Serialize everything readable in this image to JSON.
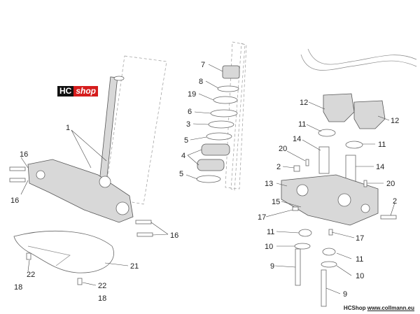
{
  "logo": {
    "part1": "HC",
    "part2": "shop"
  },
  "footer": {
    "brand": "HCShop",
    "url": "www.collmann.eu"
  },
  "callouts": {
    "c1": "1",
    "c2a": "2",
    "c2b": "2",
    "c3": "3",
    "c4": "4",
    "c5a": "5",
    "c5b": "5",
    "c6": "6",
    "c7": "7",
    "c8": "8",
    "c9a": "9",
    "c9b": "9",
    "c10a": "10",
    "c10b": "10",
    "c11a": "11",
    "c11b": "11",
    "c11c": "11",
    "c11d": "11",
    "c12a": "12",
    "c12b": "12",
    "c13": "13",
    "c14a": "14",
    "c14b": "14",
    "c15": "15",
    "c16a": "16",
    "c16b": "16",
    "c16c": "16",
    "c17a": "17",
    "c17b": "17",
    "c18a": "18",
    "c18b": "18",
    "c19": "19",
    "c20a": "20",
    "c20b": "20",
    "c21": "21",
    "c22a": "22",
    "c22b": "22"
  }
}
